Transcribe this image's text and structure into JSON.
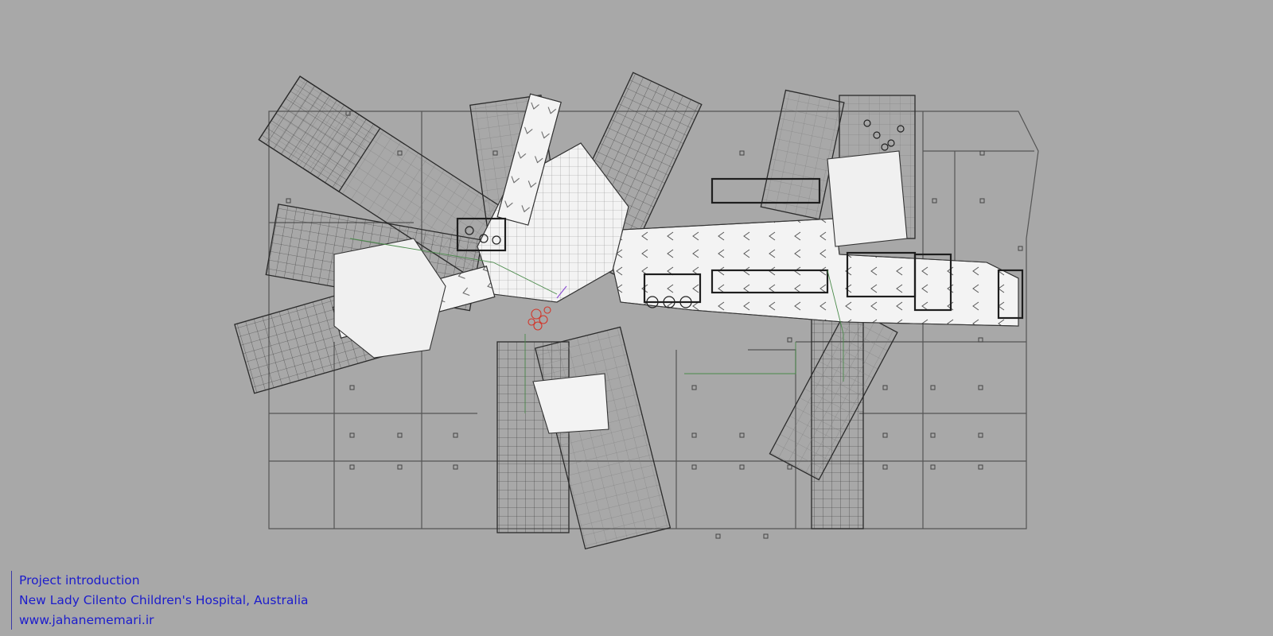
{
  "colors": {
    "background": "#a8a8a8",
    "line_dark": "#2b2b2b",
    "line_mid": "#555555",
    "line_light": "#6e6e6e",
    "corridor_fill": "#f3f3f3",
    "grid_fill": "#b4b4b4",
    "accent_green": "#4a8a4a",
    "accent_red": "#d2362a",
    "caption_text": "#1c1ccc"
  },
  "caption": {
    "line1": "Project introduction",
    "line2": "New Lady Cilento Children's Hospital, Australia",
    "line3": "www.jahanememari.ir"
  }
}
